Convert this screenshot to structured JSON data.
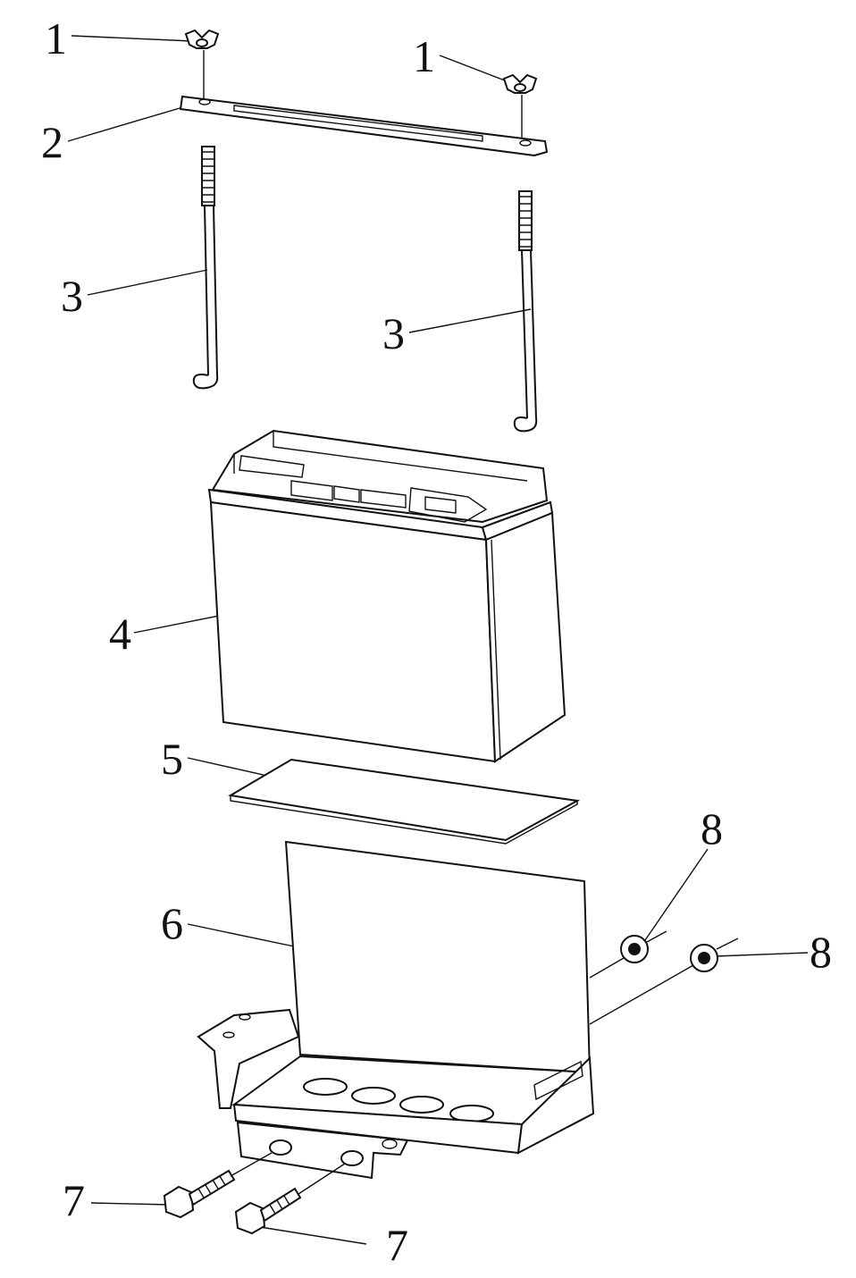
{
  "diagram": {
    "callouts": {
      "wing_nut_left": "1",
      "wing_nut_right": "1",
      "hold_down_plate": "2",
      "rod_left": "3",
      "rod_right": "3",
      "battery": "4",
      "pad": "5",
      "tray": "6",
      "bolt_left": "7",
      "bolt_right": "7",
      "nut_left": "8",
      "nut_right": "8"
    }
  }
}
